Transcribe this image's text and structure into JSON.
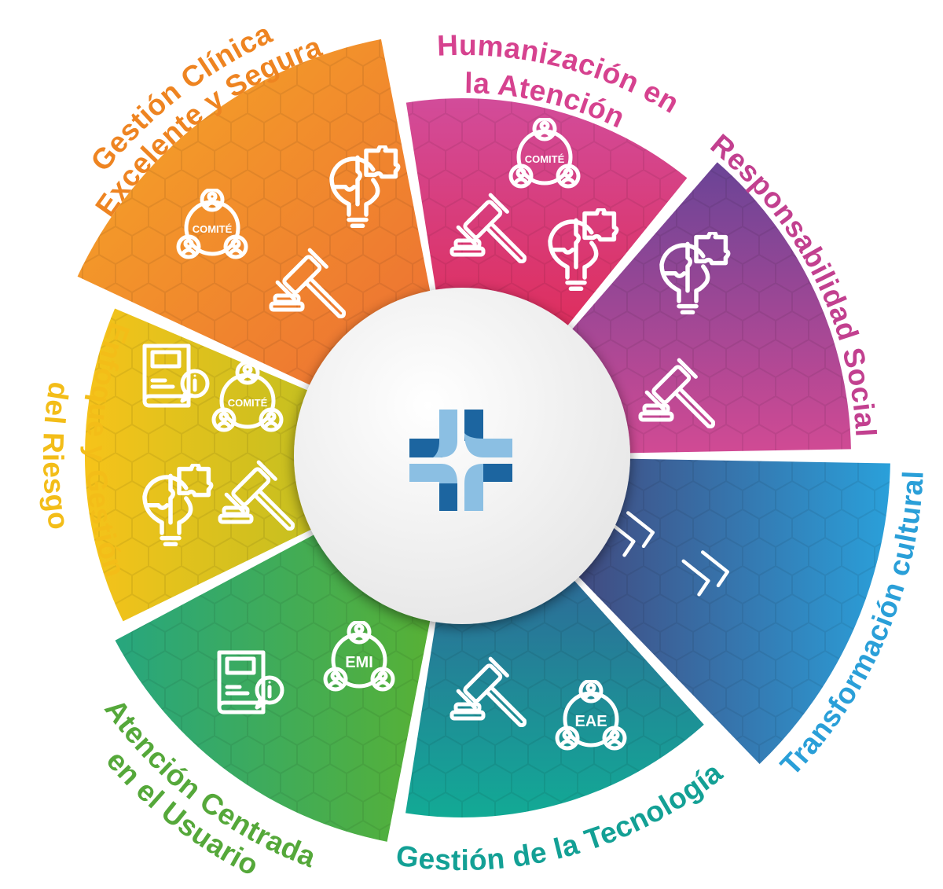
{
  "title": "Strategic pillars wheel",
  "segments": [
    {
      "label_lines": [
        "Humanización en",
        "la Atención"
      ],
      "label_color": "#d6428f",
      "fill_from": "#d24c9a",
      "fill_to": "#e51d3b"
    },
    {
      "label_lines": [
        "Responsabilidad Social"
      ],
      "label_color": "#c2408f",
      "fill_from": "#6a4496",
      "fill_to": "#d24a94"
    },
    {
      "label_lines": [
        "Transformación cultural"
      ],
      "label_color": "#2a9fd8",
      "fill_from": "#4a2b5f",
      "fill_to": "#2aa0da"
    },
    {
      "label_lines": [
        "Gestión de la Tecnología"
      ],
      "label_color": "#13a095",
      "fill_from": "#3a4c9a",
      "fill_to": "#12aa95"
    },
    {
      "label_lines": [
        "Atención Centrada",
        "en el Usuario"
      ],
      "label_color": "#55a83a",
      "fill_from": "#27a67e",
      "fill_to": "#5cb22e"
    },
    {
      "label_lines": [
        "Enfoque y Gestión",
        "del Riesgo"
      ],
      "label_color": "#f3bd18",
      "fill_from": "#f6c31a",
      "fill_to": "#a5bd24"
    },
    {
      "label_lines": [
        "Gestión Clínica",
        "Excelente y Segura"
      ],
      "label_color": "#ee8421",
      "fill_from": "#f6a925",
      "fill_to": "#eb6636"
    }
  ],
  "icon_labels": {
    "comite": "COMITÉ",
    "emi": "EMI",
    "eae": "EAE"
  },
  "logo_colors": {
    "dark": "#1c65a0",
    "light": "#8bbfe3"
  }
}
